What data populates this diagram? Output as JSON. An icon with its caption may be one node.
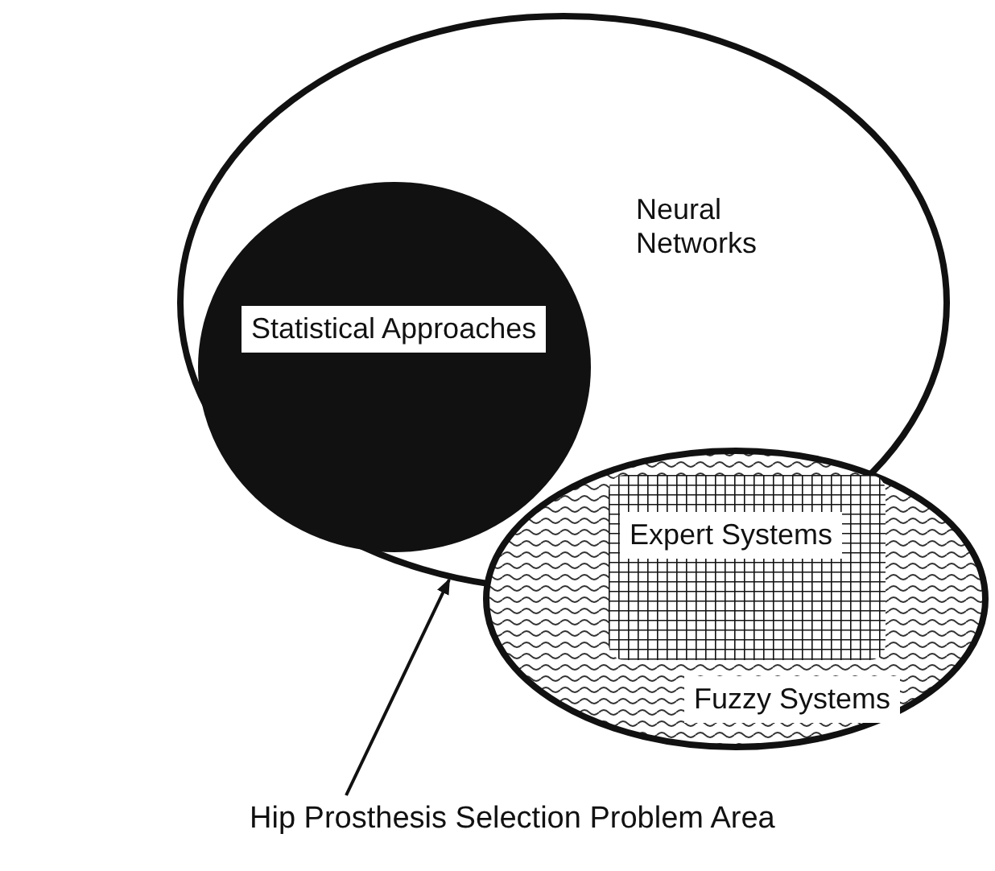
{
  "diagram": {
    "nodes": [
      {
        "text": [
          "Neural Networks"
        ]
      },
      {
        "text": [
          "Statistical Approaches"
        ],
        "in": 0
      },
      {
        "text": [
          "Fuzzy Systems"
        ]
      },
      {
        "text": [
          "Expert Systems"
        ],
        "in": 2
      },
      {
        "text": [
          "Hip Prosthesis Selection Problem Area"
        ]
      }
    ],
    "edges": [
      {
        "from": 4,
        "to": 0,
        "arrow": "to"
      }
    ]
  }
}
